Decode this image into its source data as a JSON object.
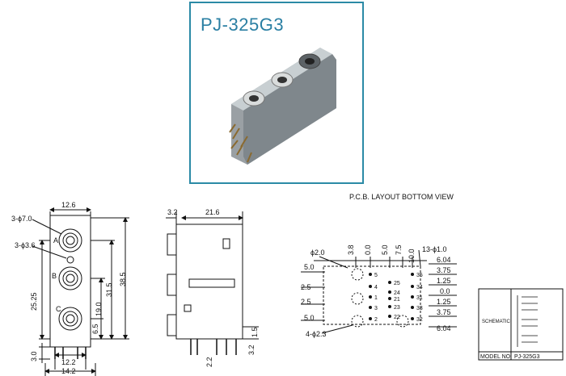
{
  "model": "PJ-325G3",
  "photo": {
    "title": "PJ-325G3"
  },
  "front_view": {
    "top_width": "12.6",
    "hole_a_label": "3-ϕ7.0",
    "hole_small_label": "3-ϕ3.6",
    "jack_a": "A",
    "jack_b": "B",
    "jack_c": "C",
    "dim_31_5": "31.5",
    "dim_38_5": "38.5",
    "dim_19_0": "19.0",
    "dim_6_5": "6.5",
    "dim_25_25": "25.25",
    "dim_3_0": "3.0",
    "bottom_inner": "12.2",
    "bottom_outer": "14.2"
  },
  "side_view": {
    "dim_3_2": "3.2",
    "dim_21_6": "21.6",
    "dim_1_5": "1.5",
    "dim_2_2": "2.2",
    "dim_3_2b": "3.2"
  },
  "pcb": {
    "title": "P.C.B. LAYOUT  BOTTOM VIEW",
    "dia_2_0": "ϕ2.0",
    "top_x": [
      "3.8",
      "0.0",
      "5.0",
      "7.5",
      "10.0"
    ],
    "holes_label": "13-ϕ1.0",
    "left_dims": [
      "5.0",
      "2.5",
      "2.5",
      "5.0"
    ],
    "right_dims": [
      "6.04",
      "3.75",
      "1.25",
      "0.0",
      "1.25",
      "3.75",
      "6.04"
    ],
    "mount_label": "4-ϕ2.3",
    "pin_left": [
      "5",
      "4",
      "1",
      "3",
      "2"
    ],
    "pin_mid": [
      "25",
      "24",
      "21",
      "23",
      "22"
    ],
    "pin_right": [
      "35",
      "34",
      "31",
      "33",
      "32"
    ]
  },
  "schematic_box": {
    "label": "SCHEMATIC",
    "model_label": "MODEL NO.",
    "model_value": "PJ-325G3"
  }
}
